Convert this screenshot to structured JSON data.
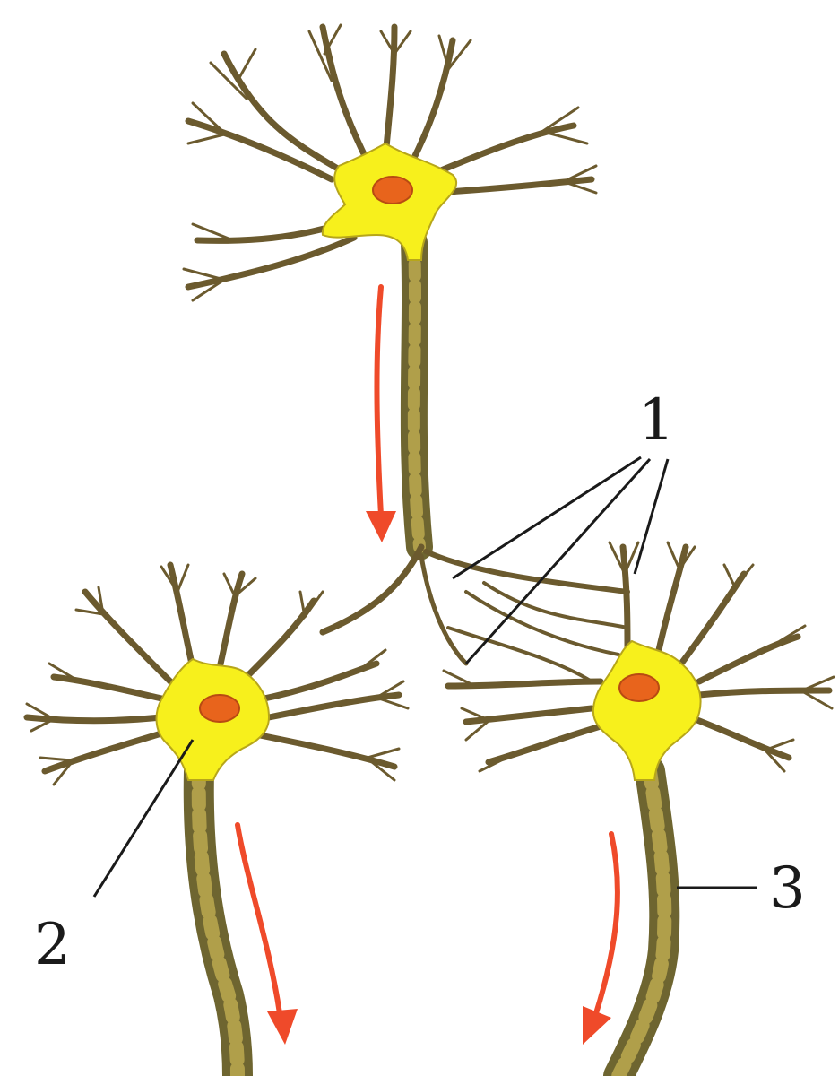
{
  "labels": {
    "synapses": "1",
    "cell_body": "2",
    "axon": "3"
  },
  "colors": {
    "soma": "#f7f01c",
    "nucleus": "#e8641c",
    "dendrite": "#6b5a2e",
    "axon": "#6e6530",
    "signal_arrow": "#ef4a2a",
    "leader_line": "#1a1a1a"
  },
  "icons": {
    "signal_direction": "red-downward-arrow"
  }
}
